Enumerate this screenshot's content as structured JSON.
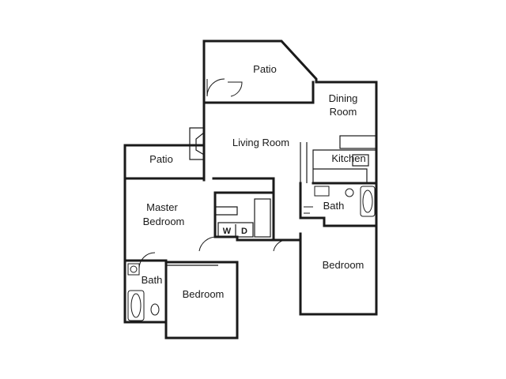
{
  "plan": {
    "rooms": {
      "patio_top": "Patio",
      "dining": [
        "Dining",
        "Room"
      ],
      "living": "Living Room",
      "kitchen": "Kitchen",
      "patio_left": "Patio",
      "master": [
        "Master",
        "Bedroom"
      ],
      "bath_right": "Bath",
      "bedroom_right": "Bedroom",
      "bath_left": "Bath",
      "bedroom_bottom": "Bedroom"
    },
    "appliances": {
      "washer": "W",
      "dryer": "D"
    }
  }
}
